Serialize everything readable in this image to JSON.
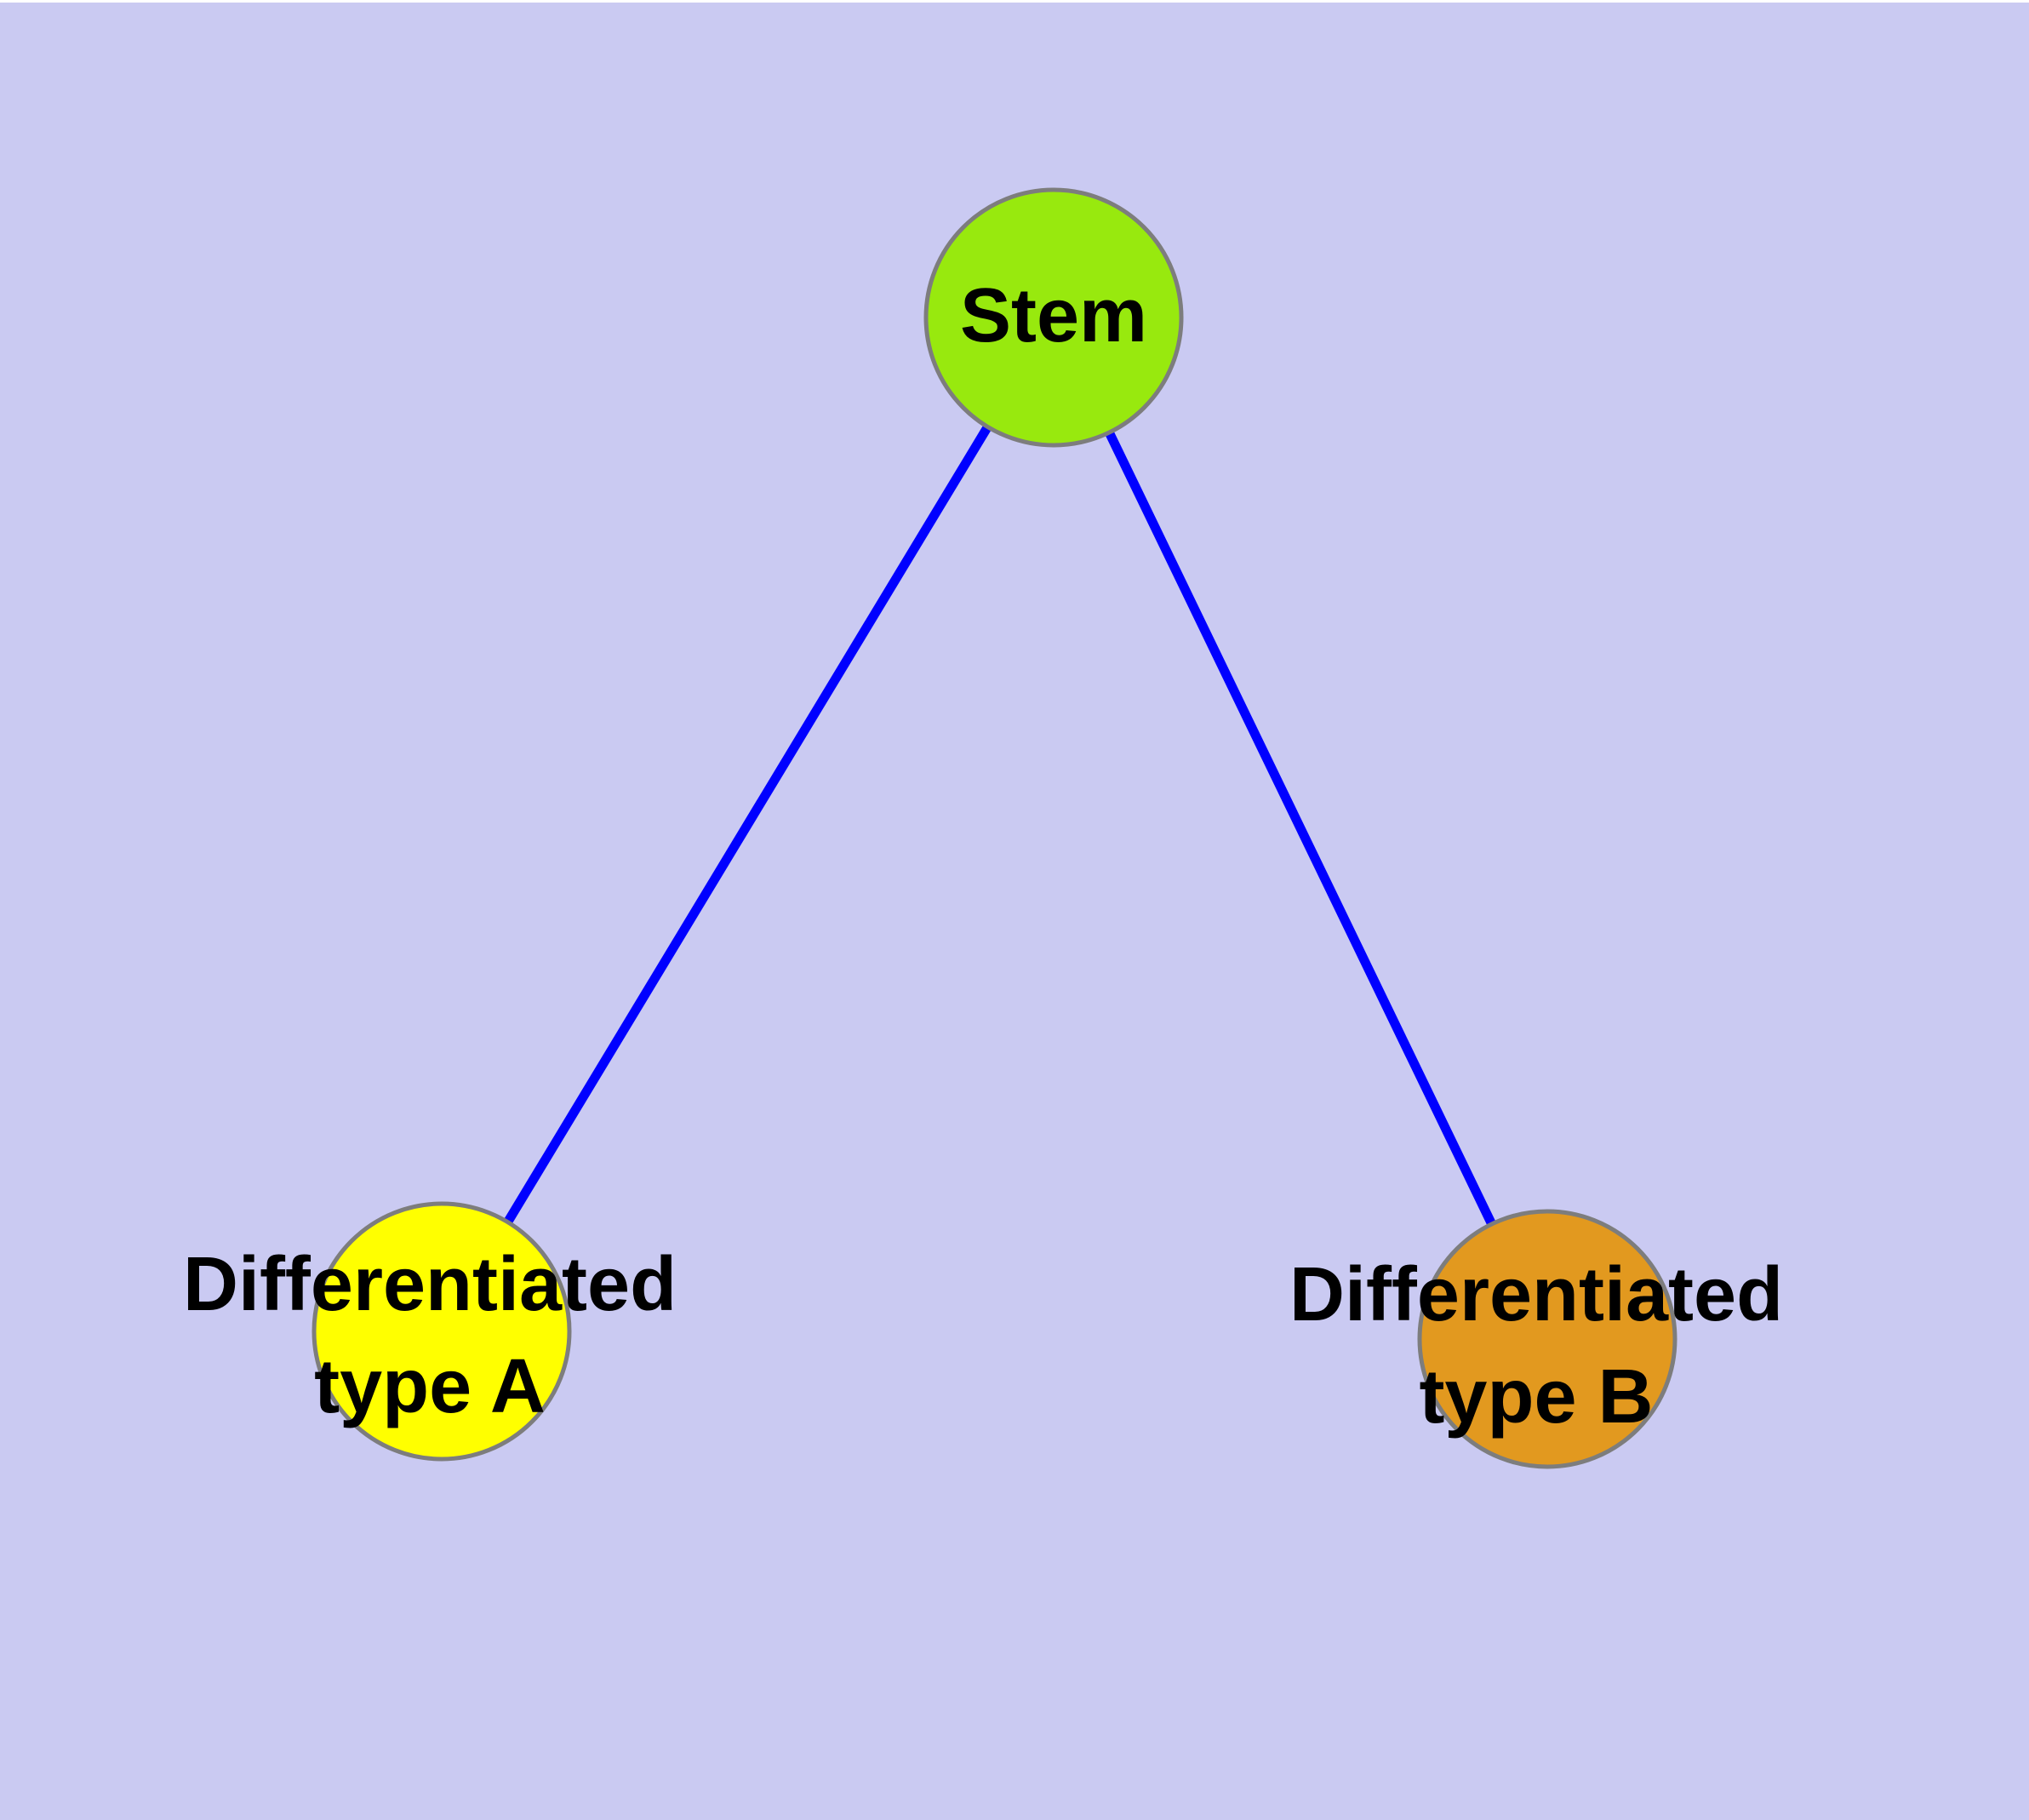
{
  "canvas": {
    "background": "#CACAF2",
    "top_strip_color": "#FFFFFF"
  },
  "graph": {
    "edge_color": "#0000FF",
    "node_stroke_color": "#7D7D7D",
    "label_color": "#000000",
    "nodes": [
      {
        "id": "stem",
        "label_line1": "Stem",
        "label_line2": "",
        "fill": "#98E90E"
      },
      {
        "id": "diff-a",
        "label_line1": "Differentiated",
        "label_line2": "type A",
        "fill": "#FFFF00"
      },
      {
        "id": "diff-b",
        "label_line1": "Differentiated",
        "label_line2": "type B",
        "fill": "#E2991F"
      }
    ],
    "edges": [
      {
        "from": "stem",
        "to": "diff-a"
      },
      {
        "from": "stem",
        "to": "diff-b"
      }
    ]
  }
}
